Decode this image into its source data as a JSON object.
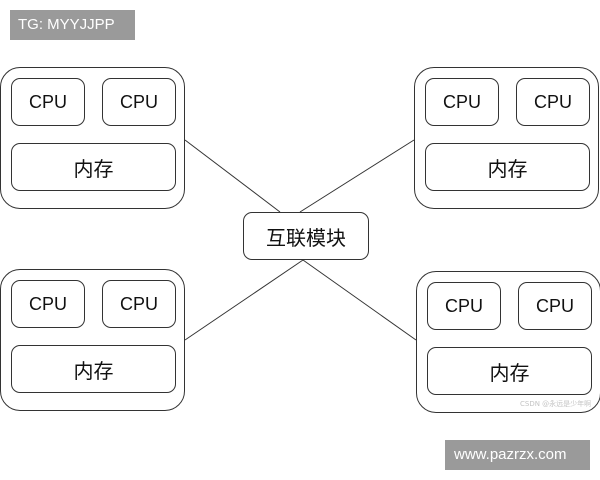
{
  "tags": {
    "top": "TG: MYYJJPP",
    "bottom": "www.pazrzx.com"
  },
  "hub": {
    "label": "互联模块"
  },
  "nodes": [
    {
      "cpu1": "CPU",
      "cpu2": "CPU",
      "memory": "内存"
    },
    {
      "cpu1": "CPU",
      "cpu2": "CPU",
      "memory": "内存"
    },
    {
      "cpu1": "CPU",
      "cpu2": "CPU",
      "memory": "内存"
    },
    {
      "cpu1": "CPU",
      "cpu2": "CPU",
      "memory": "内存"
    }
  ],
  "watermark": "CSDN @永远是少年啊",
  "colors": {
    "stroke": "#333333",
    "tag_background": "#9a9a9a",
    "tag_text": "#ffffff"
  }
}
